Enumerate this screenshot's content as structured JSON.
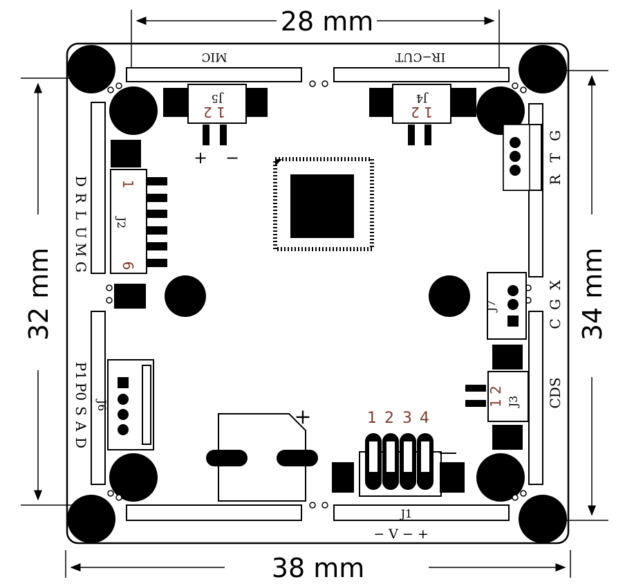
{
  "dimensions": {
    "top_width": "28 mm",
    "bottom_width": "38 mm",
    "left_height": "32 mm",
    "right_height": "34 mm"
  },
  "headers": {
    "mic": "MIC",
    "ircut": "IR−CUT",
    "rtg": [
      "R",
      "T",
      "G"
    ],
    "drlumg": [
      "D",
      "R",
      "L",
      "U",
      "M",
      "G"
    ],
    "cgx": [
      "C",
      "G",
      "X"
    ],
    "cds": "CDS",
    "piposad": [
      "P1",
      "P0",
      "S",
      "A",
      "D"
    ],
    "power": "− V − +"
  },
  "connectors": {
    "j5": {
      "name": "J5",
      "pins": "1 2",
      "plus": "+",
      "minus": "−"
    },
    "j4": {
      "name": "J4",
      "pins": "1 2"
    },
    "j2": {
      "name": "J2",
      "pin_first": "1",
      "pin_last": "6"
    },
    "j7": {
      "name": "J7"
    },
    "j3": {
      "name": "J3",
      "pins": "1 2"
    },
    "j6": {
      "name": "J6"
    },
    "j1": {
      "name": "J1",
      "pin_numbers": [
        "1",
        "2",
        "3",
        "4"
      ]
    },
    "battery_plus": "+"
  }
}
